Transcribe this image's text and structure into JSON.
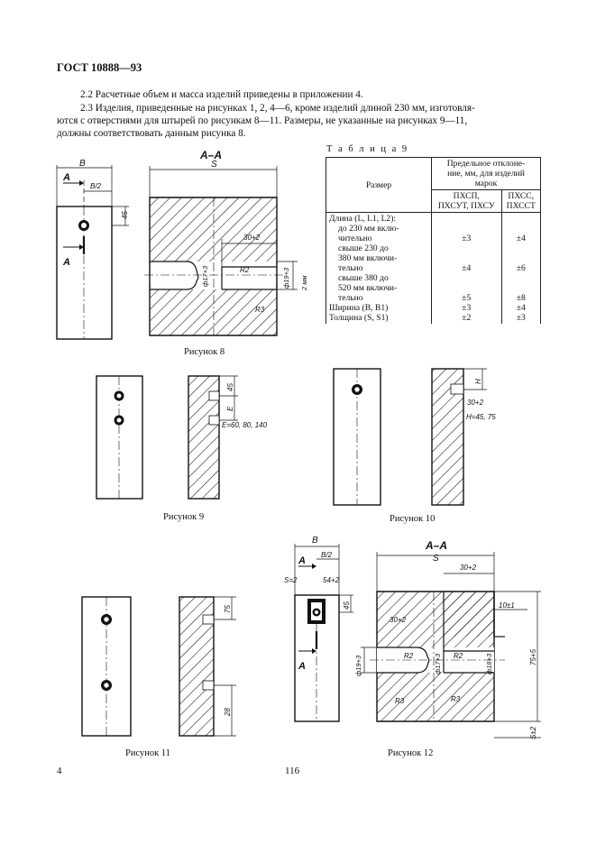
{
  "header": {
    "standard": "ГОСТ 10888—93"
  },
  "paragraphs": {
    "p22": "2.2 Расчетные объем и масса изделий приведены в приложении 4.",
    "p23_line1": "2.3 Изделия, приведенные на рисунках 1, 2, 4—6, кроме изделий длиной 230 мм, изготовля-",
    "p23_line2": "ются с отверстиями для штырей по рисункам 8—11. Размеры, не указанные на рисунках 9—11,",
    "p23_line3": "должны соответствовать данным рисунка 8."
  },
  "table9": {
    "title": "Т а б л и ц а 9",
    "head_size": "Размер",
    "head_dev": [
      "Предельное отклоне-",
      "ние, мм, для изделий",
      "марок"
    ],
    "col1": [
      "ПХСП,",
      "ПХСУТ, ПХСУ"
    ],
    "col2": [
      "ПХСС,",
      "ПХССТ"
    ],
    "rows": {
      "length_title": "Длина (L, L1, L2):",
      "len1": [
        "до 230 мм вклю-",
        "чительно"
      ],
      "len1_v": [
        "±3",
        "±4"
      ],
      "len2": [
        "свыше 230 до",
        "380 мм включи-",
        "тельно"
      ],
      "len2_v": [
        "±4",
        "±6"
      ],
      "len3": [
        "свыше 380 до",
        "520 мм включи-",
        "тельно"
      ],
      "len3_v": [
        "±5",
        "±8"
      ],
      "width": "Ширина (B, B1)",
      "width_v": [
        "±3",
        "±4"
      ],
      "thick": "Толщина (S, S1)",
      "thick_v": [
        "±2",
        "±3"
      ]
    }
  },
  "figures": {
    "fig8": "Рисунок 8",
    "fig9": "Рисунок 9",
    "fig10": "Рисунок 10",
    "fig11": "Рисунок 11",
    "fig12": "Рисунок 12"
  },
  "drawing_labels": {
    "B": "B",
    "B2": "B/2",
    "A": "А",
    "AA": "А–А",
    "S": "S",
    "d45": "45",
    "d30": "30+2",
    "R2": "R2",
    "R3": "R3",
    "phi17": "ф17+3",
    "phi19": "ф19+3",
    "dmin": "2 мм",
    "E": "E",
    "E_vals": "E=60, 80, 140",
    "H": "H",
    "H_vals": "H=45, 75",
    "d75": "75",
    "d28": "28",
    "s2": "S=2",
    "d54": "54+2",
    "d10": "10±1",
    "d75p": "75+5",
    "s12": "S±2",
    "d30b": "30+2",
    "phi18": "ф18+3"
  },
  "footer": {
    "left": "4",
    "center": "116"
  }
}
